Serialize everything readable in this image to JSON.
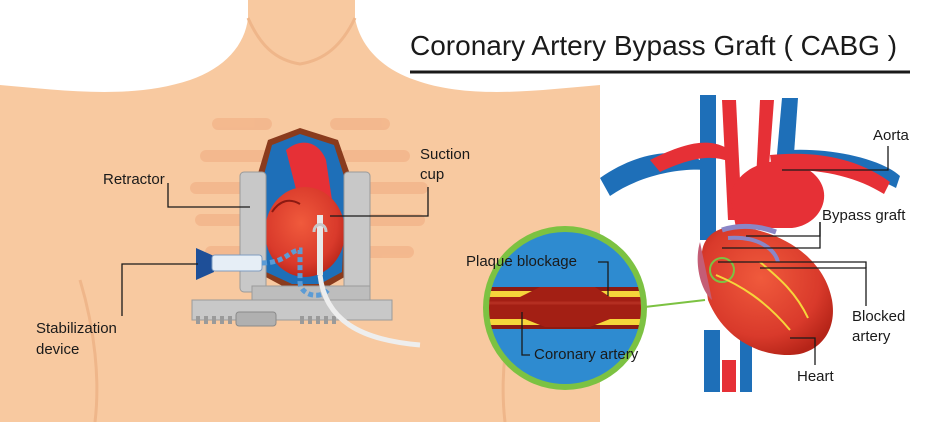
{
  "title": "Coronary Artery Bypass Graft ( CABG )",
  "labels": {
    "retractor": "Retractor",
    "suction_cup_line1": "Suction",
    "suction_cup_line2": "cup",
    "stabilization_line1": "Stabilization",
    "stabilization_line2": "device",
    "plaque_blockage": "Plaque blockage",
    "coronary_artery": "Coronary artery",
    "aorta": "Aorta",
    "bypass_graft": "Bypass graft",
    "blocked_artery_line1": "Blocked",
    "blocked_artery_line2": "artery",
    "heart": "Heart"
  },
  "colors": {
    "skin": "#f8c9a0",
    "skin_shadow": "#efb68a",
    "artery_red": "#e63036",
    "vein_blue": "#1e6fb8",
    "heart_red": "#d93a2b",
    "metal": "#c8c8c8",
    "zoom_ring": "#7cc242",
    "plaque_yellow": "#f6d53b",
    "vessel_dark": "#8c1a12"
  }
}
